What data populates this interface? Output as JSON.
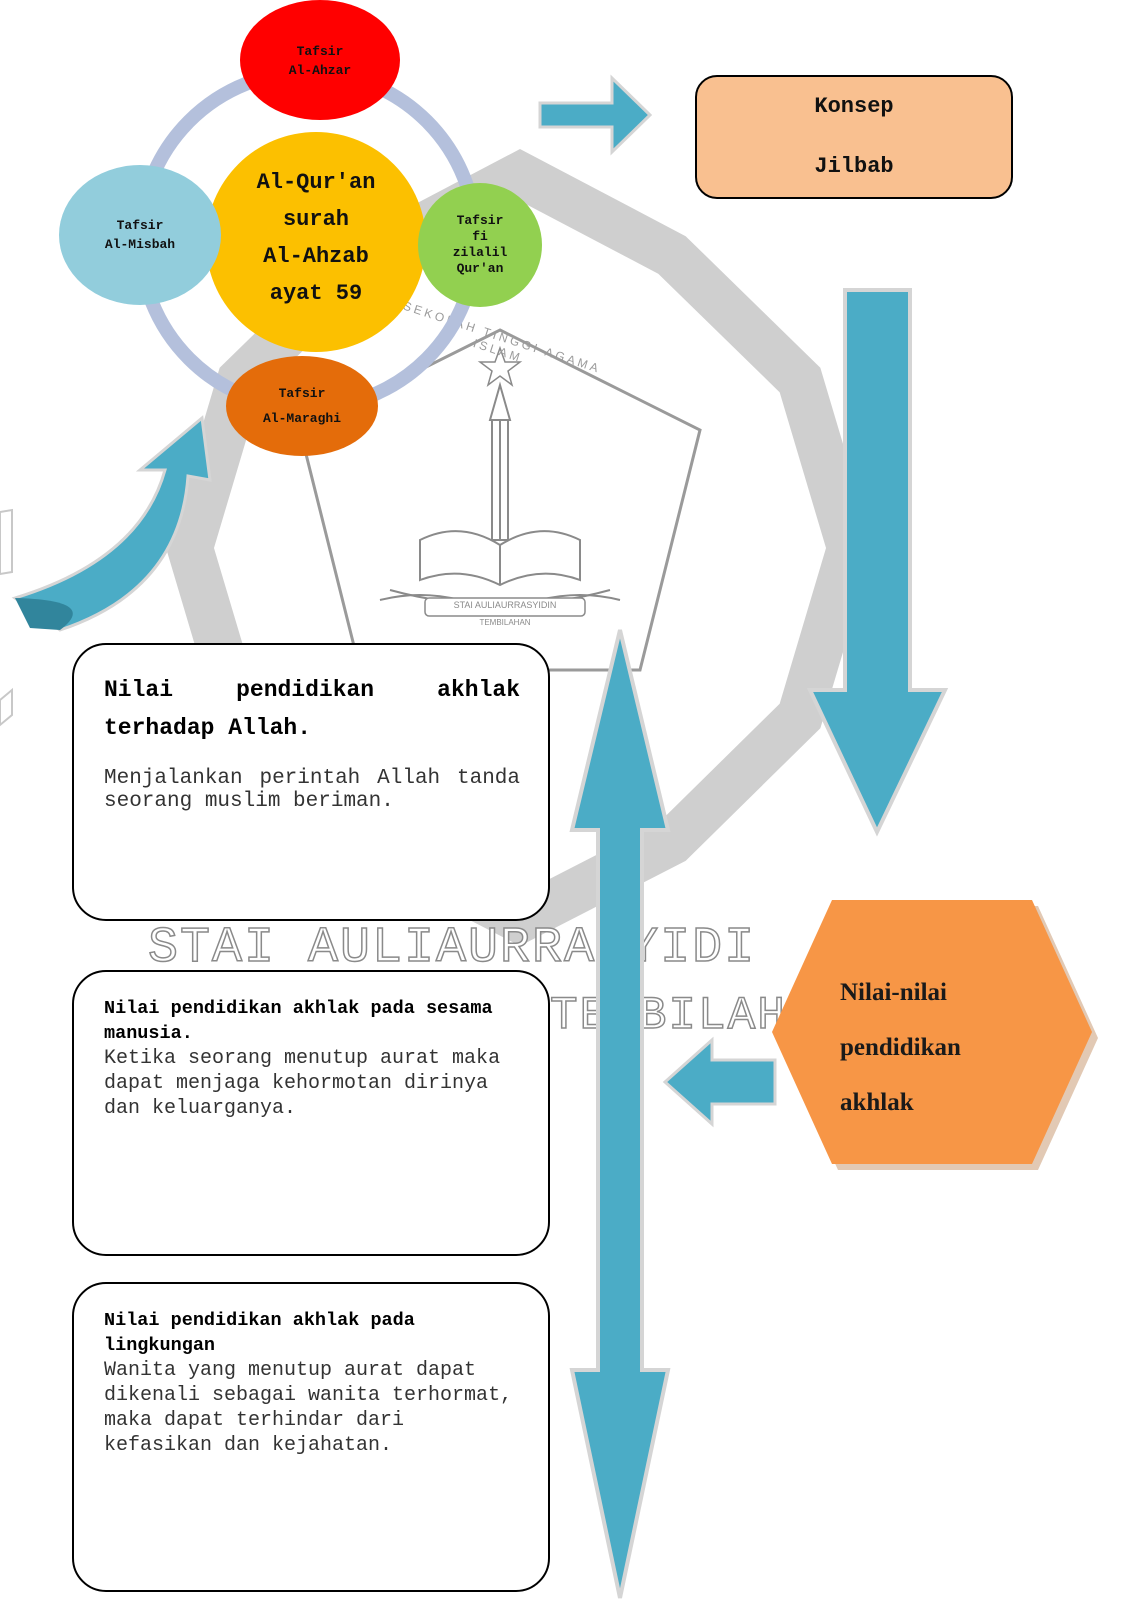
{
  "watermark": {
    "text_main": "STAI AULIAURRASYIDI",
    "text_sub": "TEMBILAHAN",
    "emblem_arc_text": "SEKOLAH TINGGI AGAMA ISLAM",
    "emblem_ribbon_text": "STAI AULIAURRASYIDIN",
    "emblem_ribbon_sub": "TEMBILAHAN"
  },
  "center": {
    "label": "Al-Qur'an\nsurah\nAl-Ahzab\nayat 59",
    "color": "#fcc000"
  },
  "tafsir_nodes": [
    {
      "id": "al-ahzar",
      "label": "Tafsir\nAl-Ahzar",
      "color": "#ff0000"
    },
    {
      "id": "fi-zilalil",
      "label": "Tafsir\nfi\nzilalil\nQur'an",
      "color": "#92d050"
    },
    {
      "id": "al-maraghi",
      "label": "Tafsir\nAl-Maraghi",
      "color": "#e46c0a"
    },
    {
      "id": "al-misbah",
      "label": "Tafsir\nAl-Misbah",
      "color": "#92cddc"
    }
  ],
  "konsep": {
    "line1": "Konsep",
    "line2": "Jilbab",
    "color": "#f9c090"
  },
  "nilai_hex": {
    "line1": "Nilai-nilai",
    "line2": "pendidikan",
    "line3": "akhlak",
    "color": "#f79646"
  },
  "boxes": [
    {
      "title": "Nilai pendidikan akhlak terhadap Allah.",
      "body": "Menjalankan perintah Allah tanda seorang muslim beriman."
    },
    {
      "title": "Nilai pendidikan akhlak pada sesama manusia.",
      "body": "Ketika seorang menutup aurat maka dapat menjaga kehormotan dirinya dan keluarganya."
    },
    {
      "title": "Nilai pendidikan akhlak pada lingkungan",
      "body": "Wanita yang menutup aurat dapat dikenali sebagai wanita terhormat, maka dapat terhindar dari kefasikan dan kejahatan."
    }
  ],
  "colors": {
    "arrow": "#4bacc6",
    "arrow_dark": "#31859c",
    "ring": "#b4c0dc",
    "watermark": "#8a8a8a"
  }
}
